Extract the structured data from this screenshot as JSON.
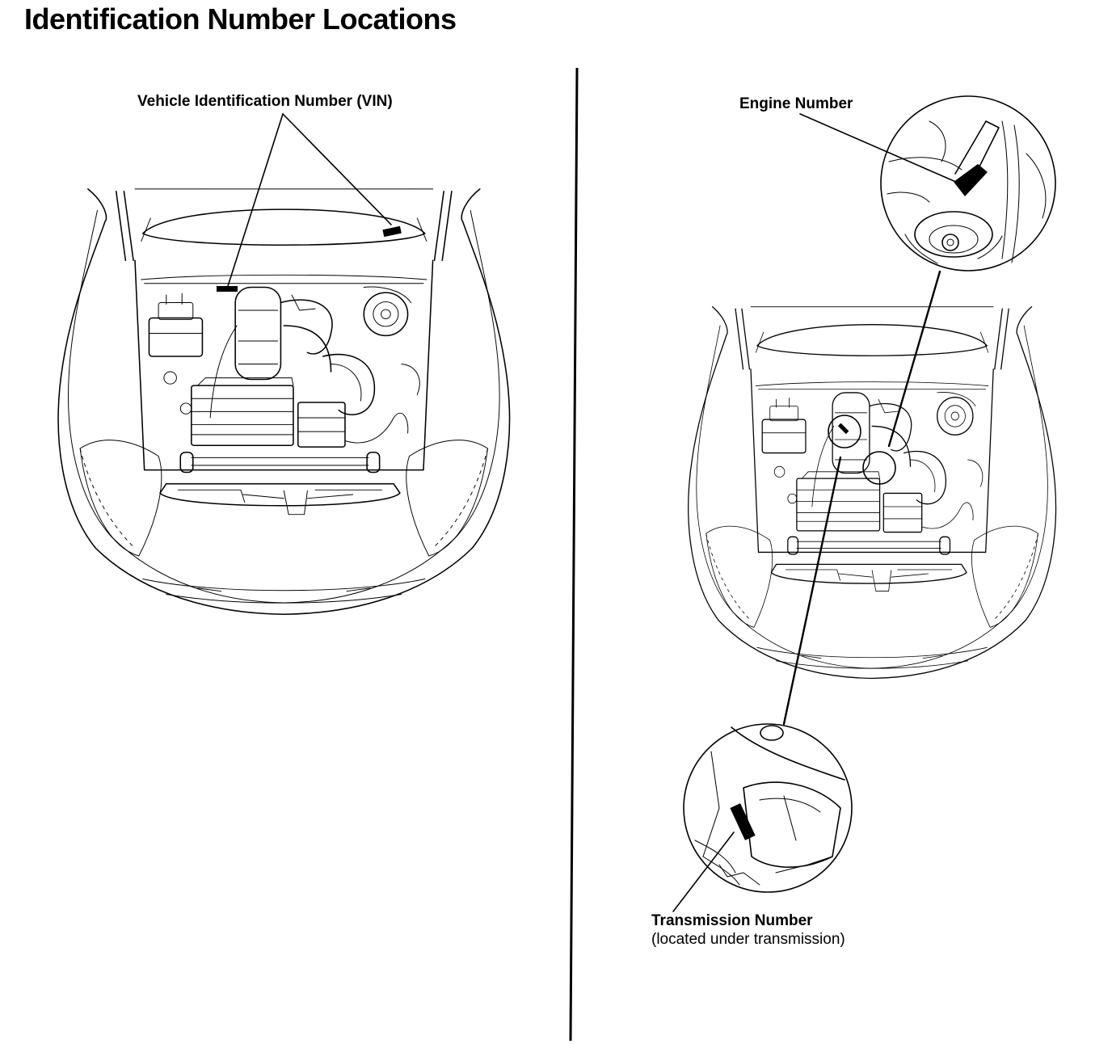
{
  "title": "Identification Number Locations",
  "callouts": {
    "vin": "Vehicle Identification Number (VIN)",
    "engine": "Engine Number",
    "transmission": "Transmission Number",
    "transmission_note": "(located under transmission)"
  }
}
